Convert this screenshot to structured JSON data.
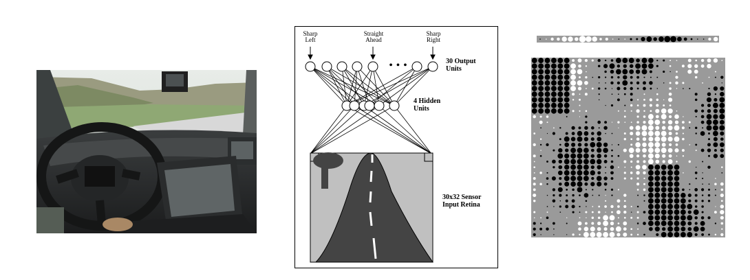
{
  "diagram": {
    "output_labels": {
      "left": "Sharp\nLeft",
      "center": "Straight\nAhead",
      "right": "Sharp\nRight"
    },
    "output_units_label": "30 Output\nUnits",
    "hidden_units_label": "4 Hidden\nUnits",
    "input_retina_label": "30x32 Sensor\nInput Retina",
    "ellipsis": "• • •"
  },
  "colors": {
    "background": "#ffffff",
    "retina_gray": "#c0c0c0",
    "road_dark": "#444444",
    "weight_bg": "#9a9a9a"
  }
}
